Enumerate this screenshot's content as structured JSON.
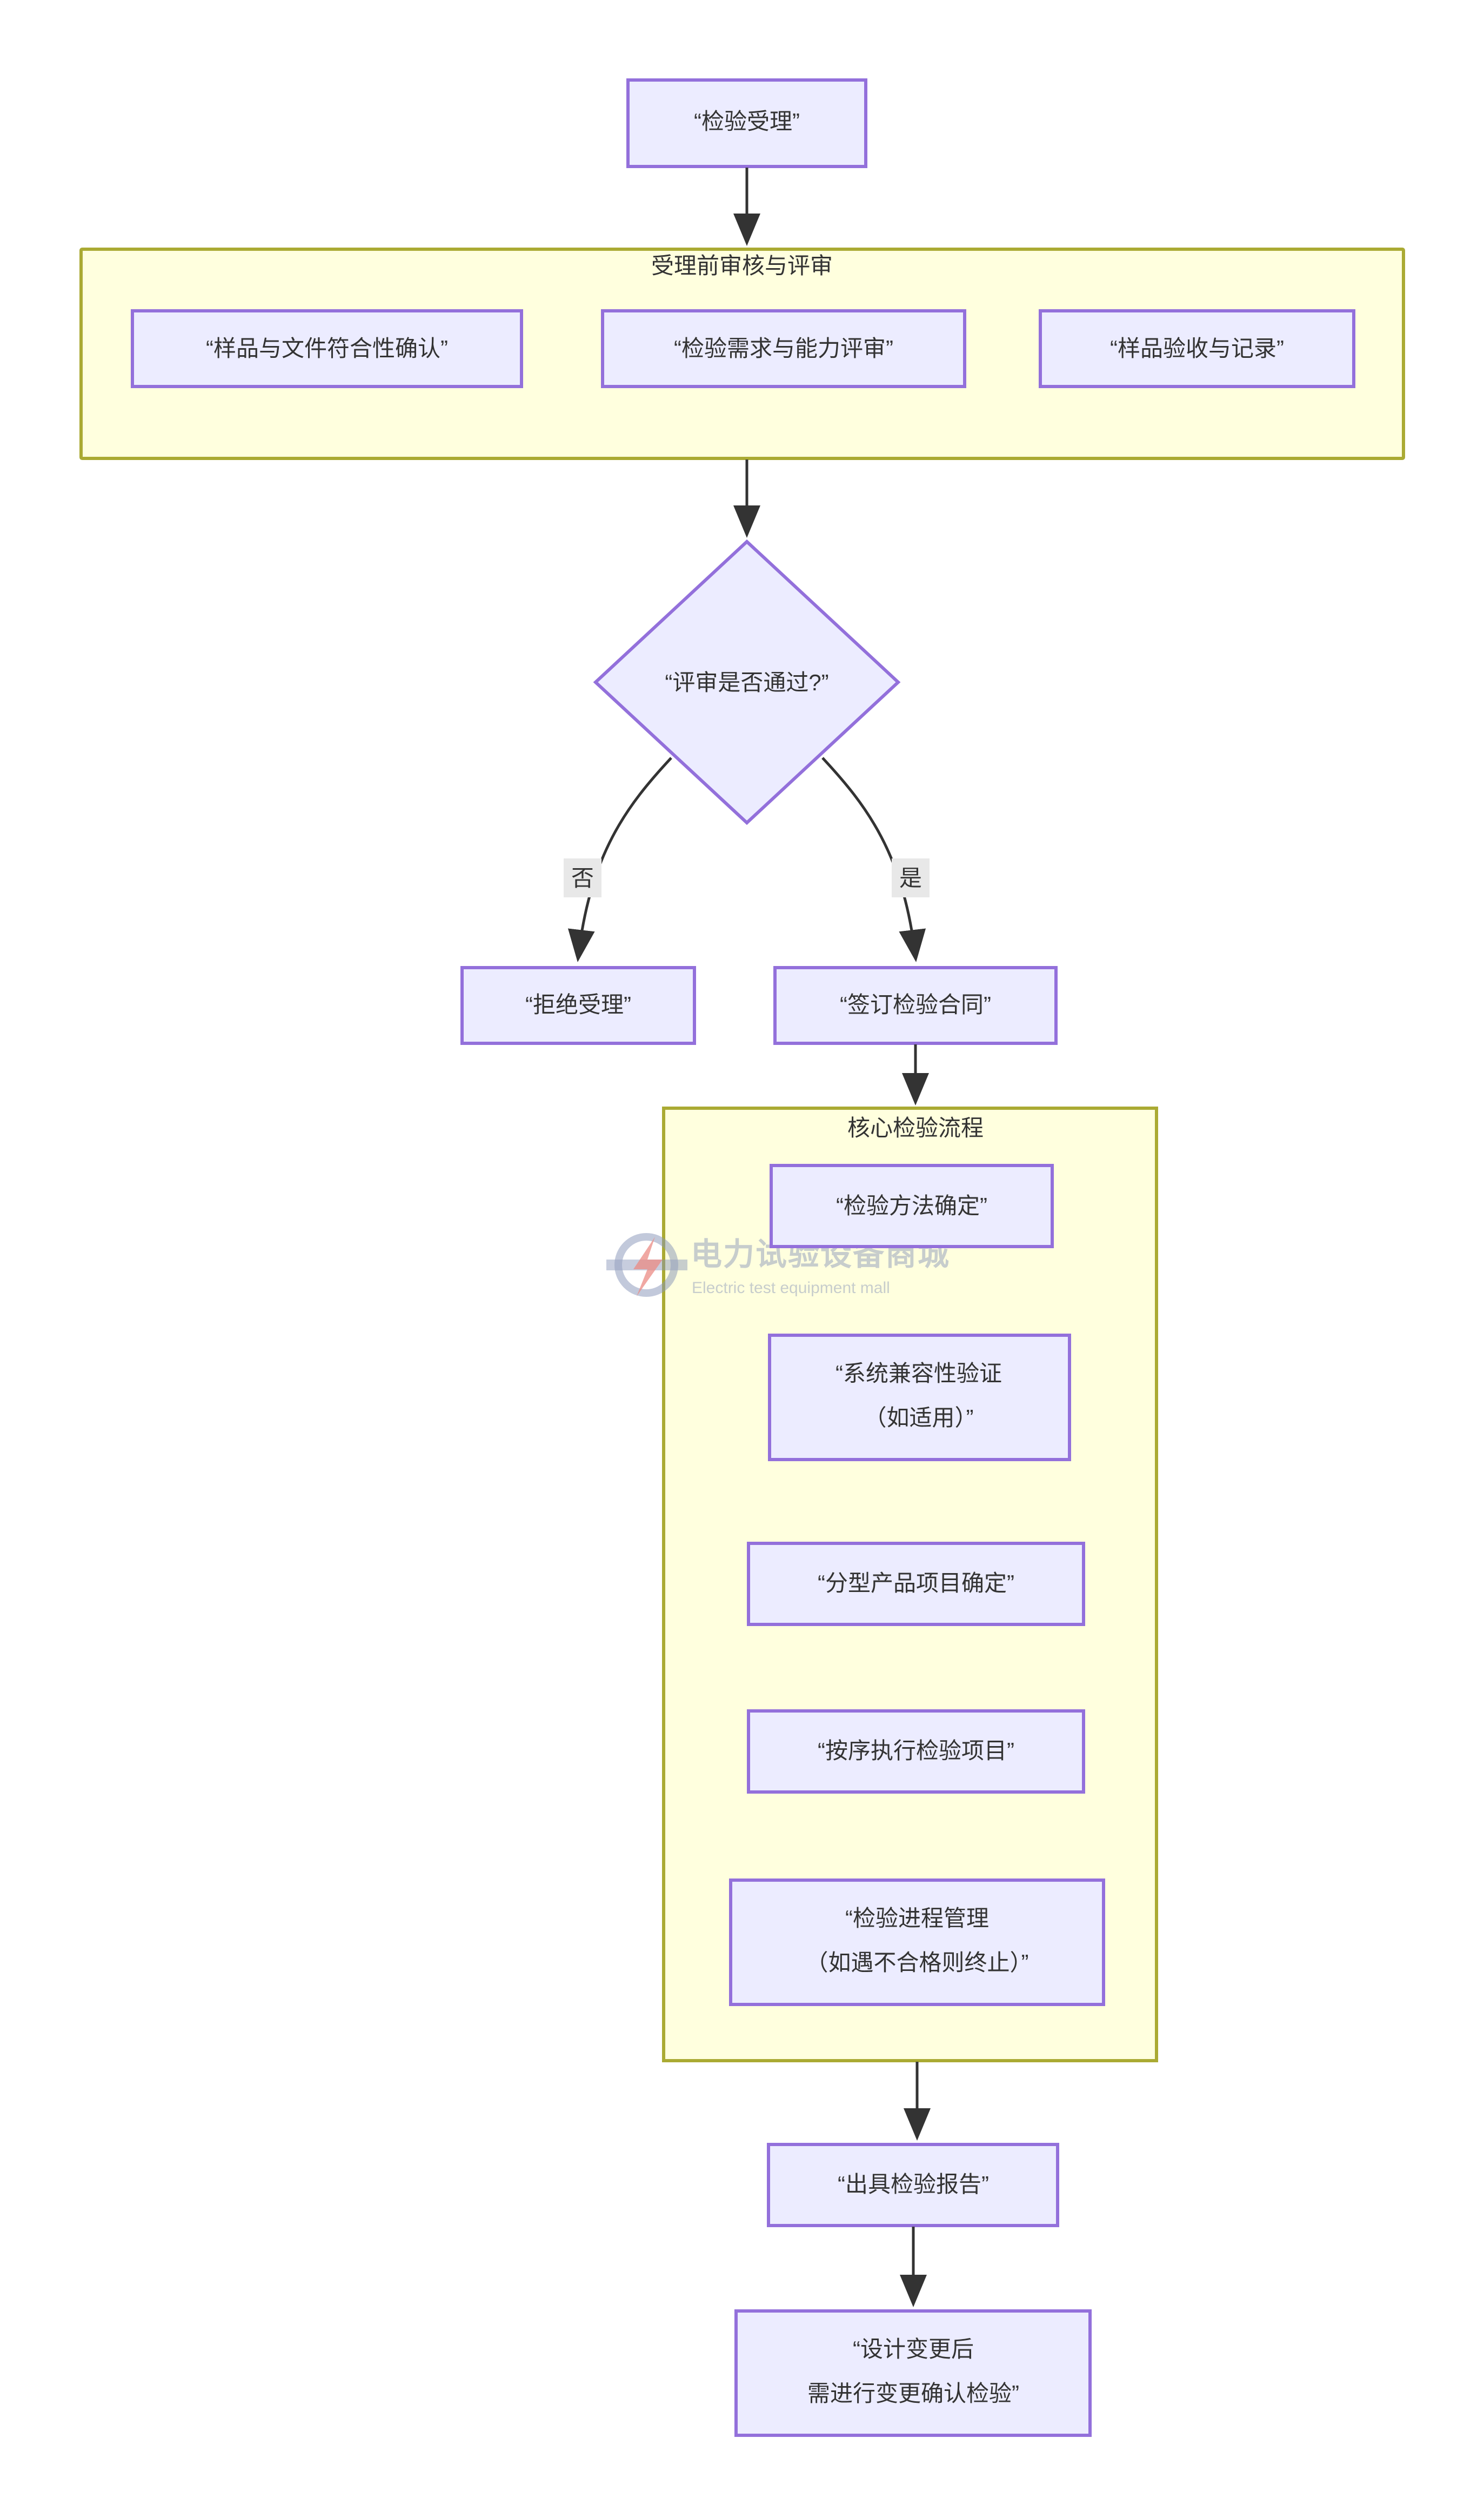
{
  "diagram": {
    "type": "flowchart",
    "direction": "top-to-bottom",
    "background_color": "#ffffff",
    "node_fill": "#ececff",
    "node_stroke": "#9370db",
    "cluster_fill": "#ffffde",
    "cluster_stroke": "#aaaa33",
    "edge_color": "#333333",
    "edge_label_bg": "#e8e8e8",
    "text_color": "#333333"
  },
  "nodes": {
    "start": {
      "id": "start",
      "label": "“检验受理”",
      "shape": "rect"
    },
    "pre_a": {
      "id": "pre_a",
      "label": "“样品与文件符合性确认”",
      "shape": "rect"
    },
    "pre_b": {
      "id": "pre_b",
      "label": "“检验需求与能力评审”",
      "shape": "rect"
    },
    "pre_c": {
      "id": "pre_c",
      "label": "“样品验收与记录”",
      "shape": "rect"
    },
    "decision": {
      "id": "decision",
      "label": "“评审是否通过?”",
      "shape": "diamond"
    },
    "reject": {
      "id": "reject",
      "label": "“拒绝受理”",
      "shape": "rect"
    },
    "contract": {
      "id": "contract",
      "label": "“签订检验合同”",
      "shape": "rect"
    },
    "method": {
      "id": "method",
      "label": "“检验方法确定”",
      "shape": "rect"
    },
    "compat_l1": {
      "id": "compat_l1",
      "label": "“系统兼容性验证",
      "shape": "rect"
    },
    "compat_l2": {
      "id": "compat_l2",
      "label": "（如适用）”",
      "shape": "rect"
    },
    "typed": {
      "id": "typed",
      "label": "“分型产品项目确定”",
      "shape": "rect"
    },
    "execute": {
      "id": "execute",
      "label": "“按序执行检验项目”",
      "shape": "rect"
    },
    "progress_l1": {
      "id": "progress_l1",
      "label": "“检验进程管理",
      "shape": "rect"
    },
    "progress_l2": {
      "id": "progress_l2",
      "label": "（如遇不合格则终止）”",
      "shape": "rect"
    },
    "report": {
      "id": "report",
      "label": "“出具检验报告”",
      "shape": "rect"
    },
    "change_l1": {
      "id": "change_l1",
      "label": "“设计变更后",
      "shape": "rect"
    },
    "change_l2": {
      "id": "change_l2",
      "label": "需进行变更确认检验”",
      "shape": "rect"
    }
  },
  "clusters": {
    "pre_review": {
      "id": "pre_review",
      "title": "受理前审核与评审"
    },
    "core_process": {
      "id": "core_process",
      "title": "核心检验流程"
    }
  },
  "edge_labels": {
    "no": "否",
    "yes": "是"
  },
  "watermark": {
    "chinese": "电力试验设备商城",
    "english": "Electric test equipment mall",
    "logo_icon": "lightning-circle-icon",
    "circle_color": "#8794b8",
    "bolt_color": "#e8776f"
  }
}
